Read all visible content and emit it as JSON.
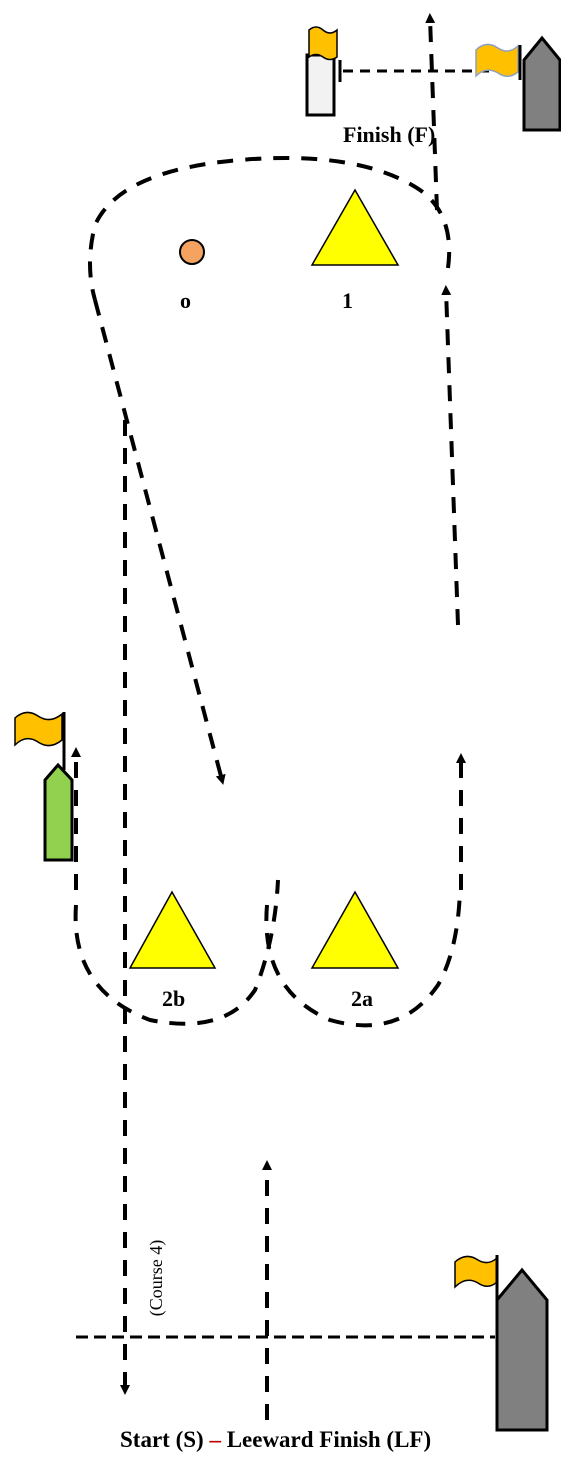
{
  "diagram": {
    "finish_label": "Finish (F)",
    "start_label_part1": "Start (S) ",
    "start_label_dash": "–",
    "start_label_part2": " Leeward Finish (LF)",
    "course_label": "(Course 4)",
    "marks": {
      "offset": "o",
      "windward": "1",
      "gate_left": "2b",
      "gate_right": "2a"
    },
    "colors": {
      "flag": "#ffc000",
      "mark": "#ffff00",
      "offset_mark": "#f4a460",
      "pin_boat_start": "#92d050",
      "committee_boat": "#808080",
      "finish_pin_boat": "#f2f2f2",
      "course_line": "#000000"
    }
  }
}
